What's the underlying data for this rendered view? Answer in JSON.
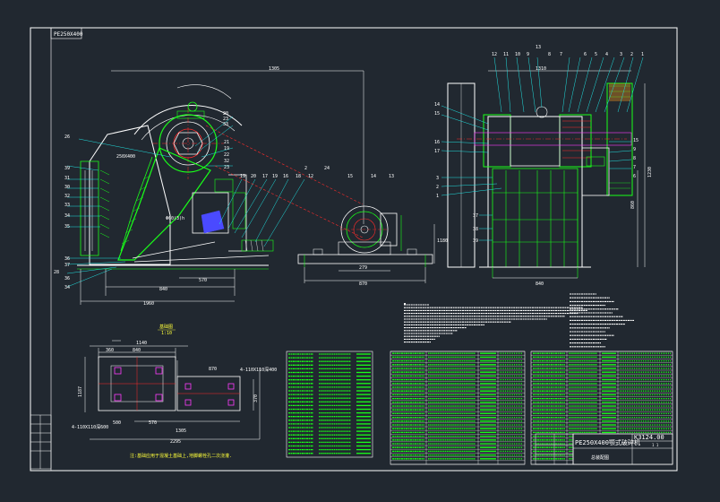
{
  "drawing": {
    "code_tag": "PE250X400",
    "title_block": {
      "drawing_number": "K3124.00",
      "title": "PE250X400颚式破碎机",
      "subtitle": "总装配图",
      "sheet": "1 1"
    },
    "front_view": {
      "dims": {
        "top": "1305",
        "body_width": "840",
        "inner": "570",
        "overall": "1960",
        "motor_base": "279",
        "motor_overall": "870",
        "height": "1180"
      },
      "labels": {
        "jaw_size": "250X400",
        "feed_label": "Φ60(3)h"
      },
      "callouts": [
        "20",
        "23",
        "33",
        "21",
        "19",
        "22",
        "32",
        "23",
        "19",
        "20",
        "17",
        "19",
        "16",
        "18",
        "12",
        "2",
        "24",
        "15",
        "14",
        "13"
      ],
      "left_callouts": [
        "26",
        "39",
        "31",
        "30",
        "32",
        "33",
        "34",
        "35",
        "36",
        "37",
        "28",
        "36",
        "34"
      ]
    },
    "side_view": {
      "dims": {
        "top": "1310",
        "bottom": "840",
        "right_outer": "1230",
        "right_inner": "860"
      },
      "top_callouts": [
        "12",
        "11",
        "10",
        "9",
        "13",
        "8",
        "7",
        "6",
        "5",
        "4",
        "3",
        "2",
        "1"
      ],
      "left_callouts": [
        "14",
        "15",
        "16",
        "17",
        "3",
        "2",
        "1",
        "37",
        "38",
        "39"
      ],
      "right_callouts": [
        "15",
        "9",
        "8",
        "7",
        "6"
      ]
    },
    "foundation_plan": {
      "title": "基础图",
      "scale": "1:10",
      "dims": {
        "w1": "1140",
        "w2": "840",
        "w3": "360",
        "w4": "870",
        "w5": "1305",
        "w6": "2295",
        "w7": "570",
        "w8": "500",
        "h1": "1187",
        "h2": "370"
      },
      "hole_note_1": "4-110X110深600",
      "hole_note_2": "4-110X110深400",
      "footnote": "注:基础应用于混凝土基础上,地脚螺栓孔二次浇灌."
    }
  },
  "colors": {
    "background": "#212830",
    "outline": "#ffffff",
    "green": "#19ff19",
    "cyan": "#21e0e0",
    "blue": "#4a4aff",
    "red": "#ff2b2b",
    "yellow": "#ffff3a",
    "magenta": "#ff3bff"
  }
}
